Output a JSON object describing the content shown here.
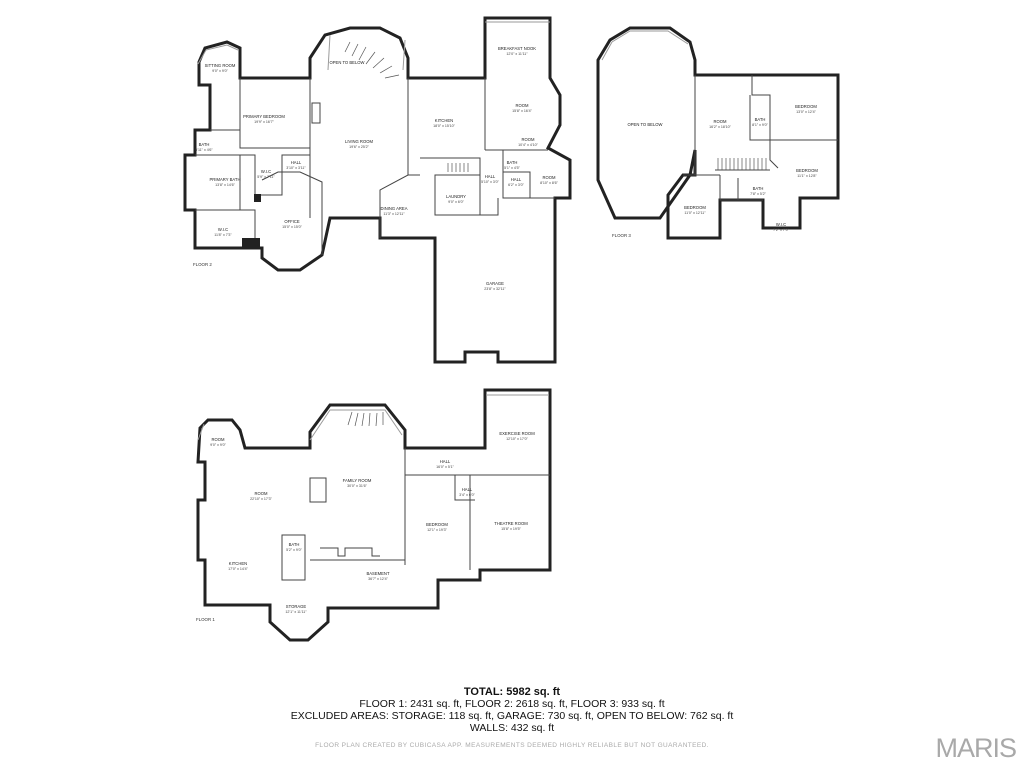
{
  "floors": [
    {
      "label": "FLOOR 2",
      "rooms": [
        {
          "name": "SITTING ROOM",
          "dims": "9'0\" x 9'0\""
        },
        {
          "name": "OPEN TO BELOW",
          "dims": ""
        },
        {
          "name": "BREAKFAST NOOK",
          "dims": "12'0\" x 11'11\""
        },
        {
          "name": "PRIMARY BEDROOM",
          "dims": "19'9\" x 16'7\""
        },
        {
          "name": "LIVING ROOM",
          "dims": "19'6\" x 25'2\""
        },
        {
          "name": "KITCHEN",
          "dims": "18'0\" x 15'10\""
        },
        {
          "name": "ROOM",
          "dims": "15'8\" x 16'4\""
        },
        {
          "name": "BATH",
          "dims": "5'11\" x 4'6\""
        },
        {
          "name": "ROOM",
          "dims": "10'4\" x 4'10\""
        },
        {
          "name": "HALL",
          "dims": "3'10\" x 3'11\""
        },
        {
          "name": "PRIMARY BATH",
          "dims": "13'8\" x 14'6\""
        },
        {
          "name": "W.I.C",
          "dims": "5'9\" x 7'11\""
        },
        {
          "name": "BATH",
          "dims": "5'1\" x 4'5\""
        },
        {
          "name": "HALL",
          "dims": "5'10\" x 3'0\""
        },
        {
          "name": "HALL",
          "dims": "6'2\" x 3'0\""
        },
        {
          "name": "ROOM",
          "dims": "8'10\" x 8'6\""
        },
        {
          "name": "LAUNDRY",
          "dims": "9'0\" x 6'0\""
        },
        {
          "name": "DINING AREA",
          "dims": "11'3\" x 12'11\""
        },
        {
          "name": "OFFICE",
          "dims": "15'0\" x 15'0\""
        },
        {
          "name": "W.I.C",
          "dims": "11'8\" x 7'3\""
        },
        {
          "name": "GARAGE",
          "dims": "23'8\" x 32'11\""
        }
      ]
    },
    {
      "label": "FLOOR 3",
      "rooms": [
        {
          "name": "OPEN TO BELOW",
          "dims": ""
        },
        {
          "name": "BEDROOM",
          "dims": "13'0\" x 12'4\""
        },
        {
          "name": "ROOM",
          "dims": "16'2\" x 18'10\""
        },
        {
          "name": "BATH",
          "dims": "8'1\" x 9'0\""
        },
        {
          "name": "BEDROOM",
          "dims": "11'1\" x 12'8\""
        },
        {
          "name": "BATH",
          "dims": "7'8\" x 5'2\""
        },
        {
          "name": "BEDROOM",
          "dims": "11'0\" x 12'11\""
        },
        {
          "name": "W.I.C",
          "dims": "7'2\" x 7'0\""
        }
      ]
    },
    {
      "label": "FLOOR 1",
      "rooms": [
        {
          "name": "ROOM",
          "dims": "9'0\" x 9'0\""
        },
        {
          "name": "EXERCISE ROOM",
          "dims": "12'10\" x 17'0\""
        },
        {
          "name": "HALL",
          "dims": "16'0\" x 5'1\""
        },
        {
          "name": "FAMILY ROOM",
          "dims": "30'0\" x 31'6\""
        },
        {
          "name": "ROOM",
          "dims": "22'10\" x 17'3\""
        },
        {
          "name": "HALL",
          "dims": "3'4\" x 6'0\""
        },
        {
          "name": "BEDROOM",
          "dims": "12'1\" x 19'3\""
        },
        {
          "name": "THEATRE ROOM",
          "dims": "15'8\" x 19'5\""
        },
        {
          "name": "BATH",
          "dims": "5'2\" x 9'0\""
        },
        {
          "name": "KITCHEN",
          "dims": "17'0\" x 14'4\""
        },
        {
          "name": "BASEMENT",
          "dims": "36'7\" x 12'4\""
        },
        {
          "name": "STORAGE",
          "dims": "12'1\" x 11'11\""
        }
      ]
    }
  ],
  "summary": {
    "total": "TOTAL: 5982 sq. ft",
    "floors_line": "FLOOR 1: 2431 sq. ft, FLOOR 2: 2618 sq. ft, FLOOR 3: 933 sq. ft",
    "excluded_line": "EXCLUDED AREAS: STORAGE: 118 sq. ft, GARAGE: 730 sq. ft, OPEN TO BELOW: 762 sq. ft",
    "walls_line": "WALLS: 432 sq. ft"
  },
  "disclaimer": "FLOOR PLAN CREATED BY CUBICASA APP. MEASUREMENTS DEEMED HIGHLY RELIABLE BUT NOT GUARANTEED.",
  "logo": "MARIS"
}
